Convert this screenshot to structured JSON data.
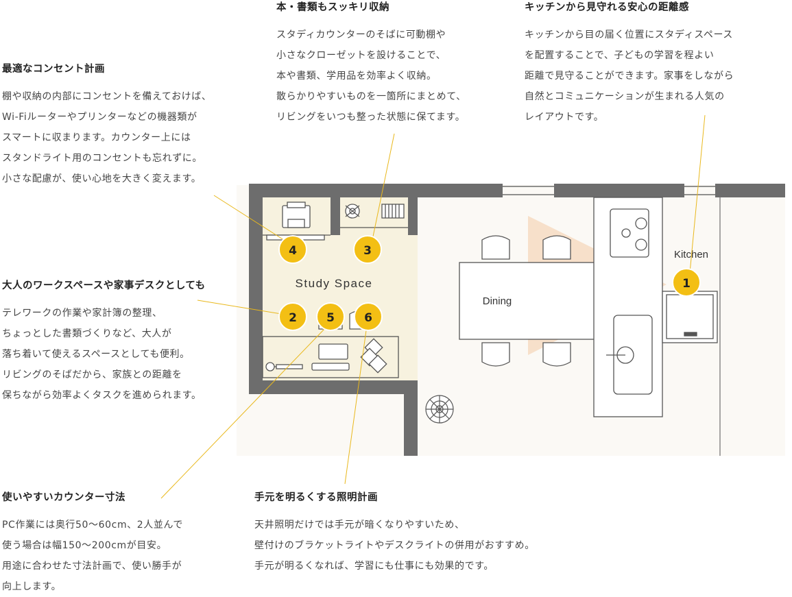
{
  "colors": {
    "wall": "#6d6d6d",
    "study_bg": "#f7f2df",
    "room_bg": "#fbf9f5",
    "marker": "#f3bf14",
    "leader": "#e9b81c",
    "view_cone": "#f6d7bb",
    "heading": "#222222",
    "body_text": "#444444"
  },
  "annotations": {
    "outlet": {
      "title": "最適なコンセント計画",
      "lines": [
        "棚や収納の内部にコンセントを備えておけば、",
        "Wi-Fiルーターやプリンターなどの機器類が",
        "スマートに収まります。カウンター上には",
        "スタンドライト用のコンセントも忘れずに。",
        "小さな配慮が、使い心地を大きく変えます。"
      ]
    },
    "books": {
      "title": "本・書類もスッキリ収納",
      "lines": [
        "スタディカウンターのそばに可動棚や",
        "小さなクローゼットを設けることで、",
        "本や書類、学用品を効率よく収納。",
        "散らかりやすいものを一箇所にまとめて、",
        "リビングをいつも整った状態に保てます。"
      ]
    },
    "kitchen_view": {
      "title": "キッチンから見守れる安心の距離感",
      "lines": [
        "キッチンから目の届く位置にスタディスペース",
        "を配置することで、子どもの学習を程よい",
        "距離で見守ることができます。家事をしながら",
        "自然とコミュニケーションが生まれる人気の",
        "レイアウトです。"
      ]
    },
    "adult": {
      "title": "大人のワークスペースや家事デスクとしても",
      "lines": [
        "テレワークの作業や家計簿の整理、",
        "ちょっとした書類づくりなど、大人が",
        "落ち着いて使えるスペースとしても便利。",
        "リビングのそばだから、家族との距離を",
        "保ちながら効率よくタスクを進められます。"
      ]
    },
    "counter": {
      "title": "使いやすいカウンター寸法",
      "lines": [
        "PC作業には奥行50〜60cm、2人並んで",
        "使う場合は幅150〜200cmが目安。",
        "用途に合わせた寸法計画で、使い勝手が",
        "向上します。"
      ]
    },
    "lighting": {
      "title": "手元を明るくする照明計画",
      "lines": [
        "天井照明だけでは手元が暗くなりやすいため、",
        "壁付けのブラケットライトやデスクライトの併用がおすすめ。",
        "手元が明るくなれば、学習にも仕事にも効果的です。"
      ]
    }
  },
  "plan": {
    "study_label": "Study  Space",
    "dining_label": "Dining",
    "kitchen_label": "Kitchen",
    "markers": [
      "1",
      "2",
      "3",
      "4",
      "5",
      "6"
    ]
  }
}
